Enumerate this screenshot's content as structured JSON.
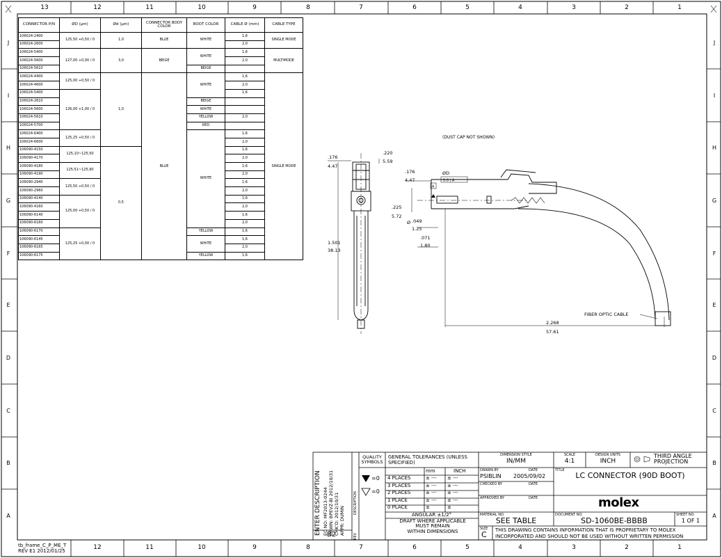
{
  "zones_top": [
    "13",
    "12",
    "11",
    "10",
    "9",
    "8",
    "7",
    "6",
    "5",
    "4",
    "3",
    "2",
    "1"
  ],
  "zones_bottom": [
    "12",
    "11",
    "10",
    "9",
    "8",
    "7",
    "6",
    "5",
    "4",
    "3",
    "2",
    "1"
  ],
  "zones_left": [
    "J",
    "I",
    "H",
    "G",
    "F",
    "E",
    "D",
    "C",
    "B",
    "A"
  ],
  "zones_right": [
    "J",
    "I",
    "H",
    "G",
    "F",
    "E",
    "D",
    "C",
    "B",
    "A"
  ],
  "table": {
    "headers": [
      "CONNECTOR P/N",
      "ØD (μm)",
      "Ød (μm)",
      "CONNECTOR BODY COLOR",
      "BOOT COLOR",
      "CABLE Ø (mm)",
      "CABLE TYPE"
    ],
    "part_numbers": [
      "106024-2400",
      "106024-2600",
      "106024-5400",
      "106024-5600",
      "106024-5610",
      "106024-4400",
      "106024-4600",
      "106024-5400",
      "106024-2610",
      "106024-5600",
      "106024-5610",
      "106024-5700",
      "106024-6400",
      "106024-6600",
      "106090-4150",
      "106090-4170",
      "106090-4180",
      "106090-4190",
      "106090-2940",
      "106090-2960",
      "106090-4140",
      "106090-4160",
      "106090-6140",
      "106090-6160",
      "106090-6170",
      "106090-6145",
      "106090-6165",
      "106090-6175"
    ],
    "cable_dia": [
      "1,6",
      "2,0",
      "1,6",
      "2,0",
      "",
      "1,6",
      "2,0",
      "1,6",
      "",
      "",
      "2,0",
      "",
      "1,6",
      "2,0",
      "1,6",
      "2,0",
      "1,6",
      "2,0",
      "1,6",
      "2,0",
      "1,6",
      "2,0",
      "1,6",
      "2,0",
      "1,6",
      "1,6",
      "2,0",
      "1,6"
    ],
    "od_values": [
      "125,50 +0,50 / 0",
      "127,00 +0,00 / 0",
      "125,00 +0,50 / 0",
      "126,00 +1,00 / 0",
      "125,25 +0,50 / 0",
      "125,10~125,50",
      "125,51~125,90",
      "125,50 +0,50 / 0",
      "125,00 +0,50 / 0",
      "125,25 +0,00 / 0"
    ],
    "small_d": [
      "1,0",
      "3,0",
      "1,0",
      "0,5"
    ],
    "body_colors": [
      "BLUE",
      "BEIGE",
      "BLUE"
    ],
    "boot_colors": [
      "WHITE",
      "WHITE",
      "BEIGE",
      "WHITE",
      "BEIGE",
      "WHITE",
      "YELLOW",
      "RED",
      "WHITE",
      "YELLOW",
      "WHITE",
      "YELLOW"
    ],
    "cable_types": [
      "SINGLE MODE",
      "MULTIMODE",
      "SINGLE MODE"
    ]
  },
  "drawing": {
    "note": "(DUST CAP NOT SHOWN)",
    "dims": [
      {
        "inch": ".176",
        "mm": "4.47"
      },
      {
        "inch": ".220",
        "mm": "5.59"
      },
      {
        "inch": ".176",
        "mm": "4.47"
      },
      {
        "inch": ".225",
        "mm": "5.72"
      },
      {
        "inch": ".049",
        "mm": "1.25"
      },
      {
        "inch": ".071",
        "mm": "1.80"
      },
      {
        "inch": "1.501",
        "mm": "38.13"
      },
      {
        "inch": "2.268",
        "mm": "57.61"
      }
    ],
    "od_label": "ØD",
    "tol_box": "0.0 | A",
    "datum": "A",
    "phi": "Ø",
    "fiber_label": "FIBER OPTIC CABLE"
  },
  "revision": {
    "title": "ENTER DESCRIPTION",
    "ec_no": "EC NO: MF2013-0244",
    "drwn": "DRWN: BPEVZ-BI 2012/10/31",
    "chkd": "CHK'D: 2012/10/31",
    "apprd": "APPR: DUMIN",
    "rev_label": "DESCRIPTION",
    "rev": "B2",
    "rev_word": "REV"
  },
  "quality": {
    "header": "QUALITY SYMBOLS",
    "sym1": "=0",
    "sym2": "=0"
  },
  "tolerances": {
    "header": "GENERAL TOLERANCES (UNLESS SPECIFIED)",
    "col_mm": "mm",
    "col_inch": "INCH",
    "rows": [
      {
        "label": "4 PLACES",
        "mm": "± ---",
        "inch": "± ---"
      },
      {
        "label": "3 PLACES",
        "mm": "± ---",
        "inch": "± ---"
      },
      {
        "label": "2 PLACES",
        "mm": "± ---",
        "inch": "± ---"
      },
      {
        "label": "1 PLACE",
        "mm": "± ---",
        "inch": "± ---"
      },
      {
        "label": "0 PLACE",
        "mm": "±",
        "inch": "±"
      }
    ],
    "angular": "ANGULAR ±1/2°",
    "draft": "DRAFT WHERE APPLICABLE",
    "draft2": "MUST REMAIN",
    "draft3": "WITHIN DIMENSIONS"
  },
  "title_block": {
    "dim_style_label": "DIMENSION STYLE",
    "dim_style": "IN/MM",
    "scale_label": "SCALE",
    "scale": "4:1",
    "units_label": "DESIGN UNITS",
    "units": "INCH",
    "projection": "THIRD ANGLE PROJECTION",
    "drawn_by_label": "DRAWN BY",
    "drawn_by": "PSIBLIN",
    "date_label": "DATE",
    "drawn_date": "2005/09/02",
    "checked_label": "CHECKED BY",
    "approved_label": "APPROVED BY",
    "title_label": "TITLE",
    "title": "LC CONNECTOR (90D BOOT)",
    "brand": "molex",
    "material_label": "MATERIAL NO.",
    "material": "SEE TABLE",
    "document_label": "DOCUMENT NO.",
    "document": "SD-1060BE-BBBB",
    "sheet_label": "SHEET NO.",
    "sheet": "1 OF 1",
    "size_label": "SIZE",
    "size": "C",
    "proprietary1": "THIS DRAWING CONTAINS INFORMATION THAT IS PROPRIETARY TO MOLEX",
    "proprietary2": "INCORPORATED AND SHOULD NOT BE USED WITHOUT WRITTEN PERMISSION"
  },
  "footer": {
    "frame": "tb_frame_C_P_ME_T",
    "rev": "REV E1 2012/01/25"
  }
}
